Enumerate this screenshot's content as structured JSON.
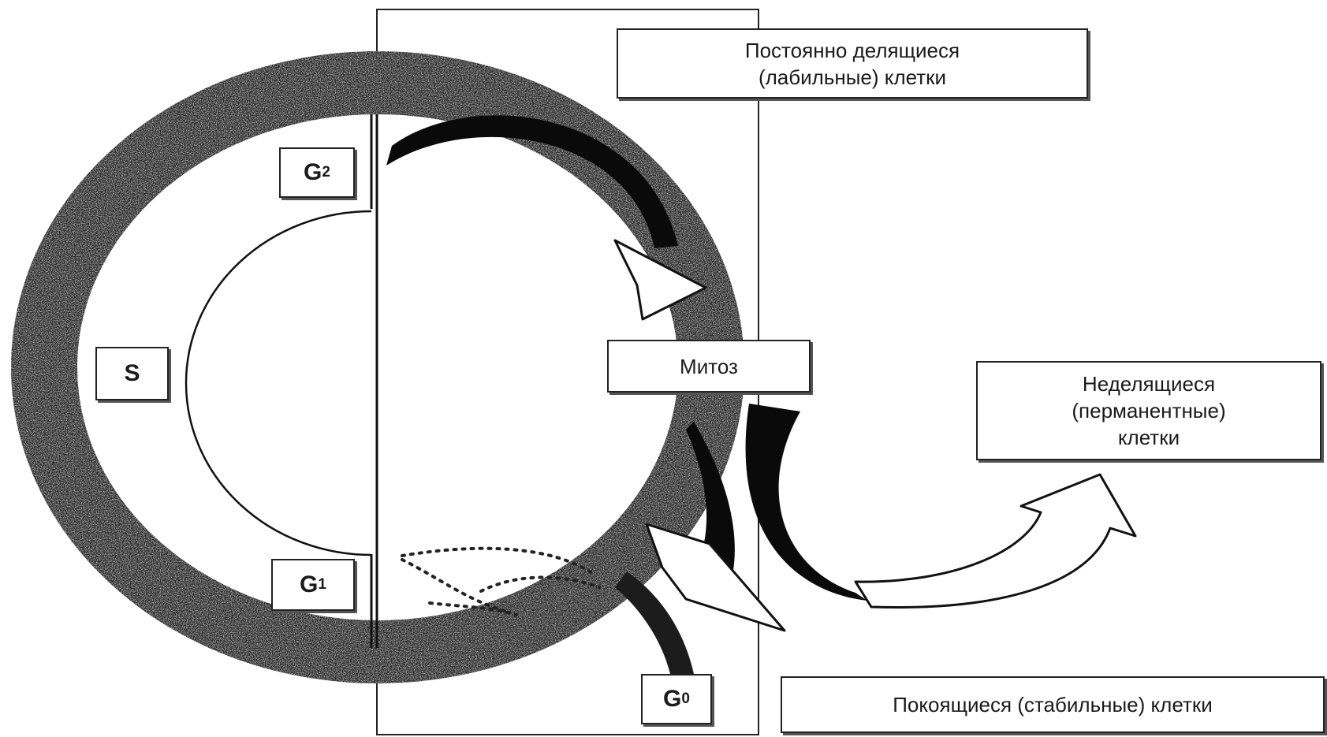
{
  "diagram": {
    "phases": {
      "g2": {
        "letter": "G",
        "sub": "2"
      },
      "s": "S",
      "g1": {
        "letter": "G",
        "sub": "1"
      },
      "g0": {
        "letter": "G",
        "sub": "0"
      },
      "mitosis": "Митоз"
    },
    "labels": {
      "labile": [
        "Постоянно делящиеся",
        "(лабильные) клетки"
      ],
      "permanent": [
        "Неделящиеся",
        "(перманентные)",
        "клетки"
      ],
      "stable": "Покоящиеся (стабильные) клетки"
    },
    "colors": {
      "ring": "#2b2b2b",
      "line": "#111111",
      "background": "#ffffff"
    }
  }
}
